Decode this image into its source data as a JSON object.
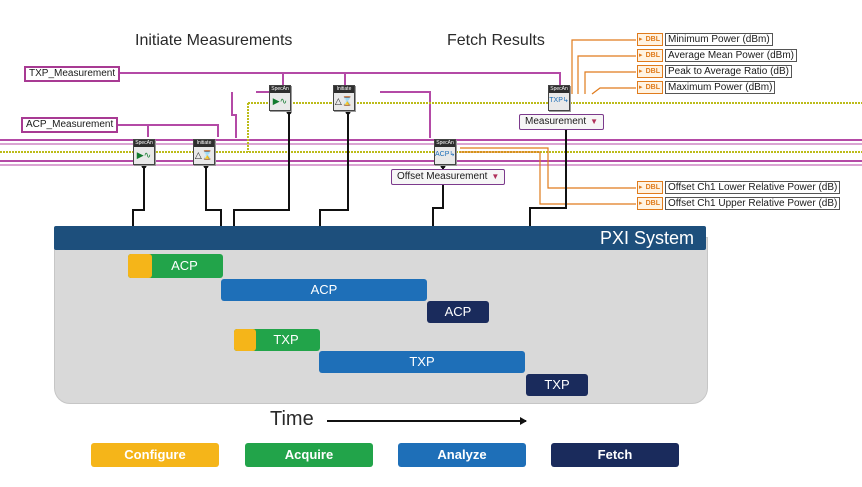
{
  "headings": {
    "initiate": "Initiate Measurements",
    "fetch": "Fetch Results"
  },
  "controls": {
    "txp": "TXP_Measurement",
    "acp": "ACP_Measurement"
  },
  "rings": {
    "measurement": "Measurement",
    "offset_measurement": "Offset Measurement"
  },
  "indicators": {
    "type_tag": "DBL",
    "txp_results": [
      "Minimum Power (dBm)",
      "Average Mean Power (dBm)",
      "Peak to Average Ratio (dB)",
      "Maximum Power (dBm)"
    ],
    "acp_results": [
      "Offset Ch1 Lower Relative Power (dB)",
      "Offset Ch1 Upper Relative Power (dB)"
    ]
  },
  "vi_nodes": {
    "specan": "SpecAn",
    "initiate": "Initiate",
    "txp_glyph": "TXP",
    "acp_glyph": "ACP"
  },
  "pxi_system": {
    "title": "PXI System",
    "blocks": [
      {
        "label": "ACP",
        "phase": "acquire"
      },
      {
        "label": "ACP",
        "phase": "analyze"
      },
      {
        "label": "ACP",
        "phase": "fetch"
      },
      {
        "label": "TXP",
        "phase": "acquire"
      },
      {
        "label": "TXP",
        "phase": "analyze"
      },
      {
        "label": "TXP",
        "phase": "fetch"
      }
    ]
  },
  "time_label": "Time",
  "legend": [
    {
      "label": "Configure",
      "color": "#f5b519"
    },
    {
      "label": "Acquire",
      "color": "#22a44a"
    },
    {
      "label": "Analyze",
      "color": "#1e6fb8"
    },
    {
      "label": "Fetch",
      "color": "#1a2b5c"
    }
  ],
  "colors": {
    "session_wire": "#b44aa6",
    "error_wire": "#bcbc1a",
    "dbl_wire": "#e07b1c",
    "black_wire": "#111111"
  }
}
